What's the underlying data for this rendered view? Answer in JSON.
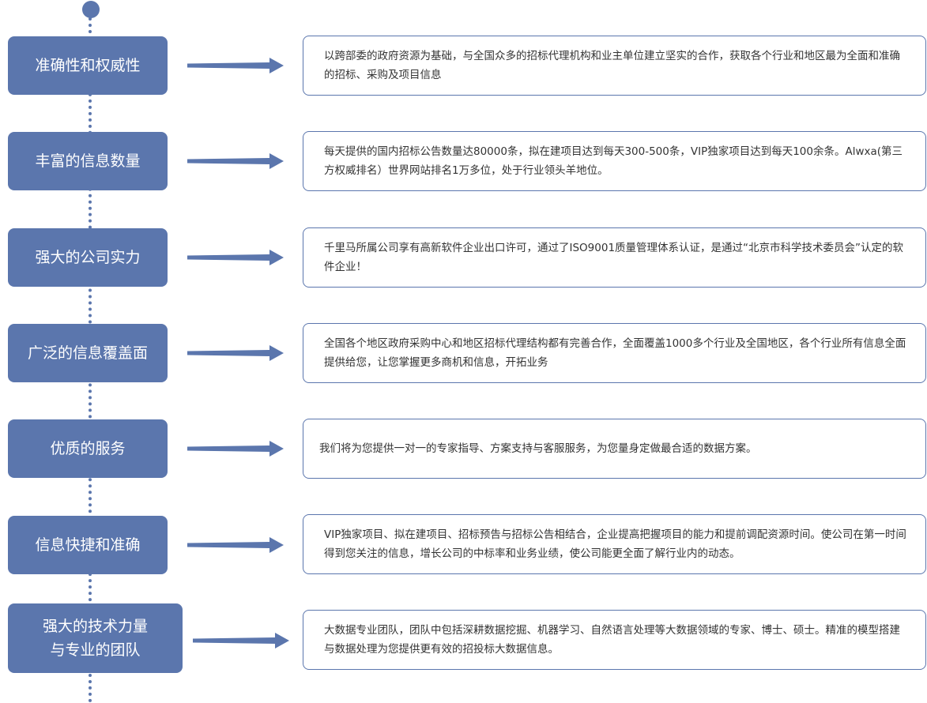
{
  "colors": {
    "accent": "#5b76ad",
    "text": "#333333",
    "background": "#ffffff"
  },
  "rows": [
    {
      "title": "准确性和权威性",
      "description": "以跨部委的政府资源为基础，与全国众多的招标代理机构和业主单位建立坚实的合作，获取各个行业和地区最为全面和准确的招标、采购及项目信息"
    },
    {
      "title": "丰富的信息数量",
      "description": "每天提供的国内招标公告数量达80000条，拟在建项目达到每天300-500条，VIP独家项目达到每天100余条。Alwxa(第三方权威排名）世界网站排名1万多位，处于行业领头羊地位。"
    },
    {
      "title": "强大的公司实力",
      "description": "千里马所属公司享有高新软件企业出口许可，通过了ISO9001质量管理体系认证，是通过“北京市科学技术委员会”认定的软件企业！"
    },
    {
      "title": "广泛的信息覆盖面",
      "description": "全国各个地区政府采购中心和地区招标代理结构都有完善合作，全面覆盖1000多个行业及全国地区，各个行业所有信息全面提供给您，让您掌握更多商机和信息，开拓业务"
    },
    {
      "title": "优质的服务",
      "description": "我们将为您提供一对一的专家指导、方案支持与客服服务，为您量身定做最合适的数据方案。"
    },
    {
      "title": "信息快捷和准确",
      "description": "VIP独家项目、拟在建项目、招标预告与招标公告相结合，企业提高把握项目的能力和提前调配资源时间。使公司在第一时间得到您关注的信息，增长公司的中标率和业务业绩，使公司能更全面了解行业内的动态。"
    },
    {
      "title": "强大的技术力量\n与专业的团队",
      "description": "大数据专业团队，团队中包括深耕数据挖掘、机器学习、自然语言处理等大数据领域的专家、博士、硕士。精准的模型搭建与数据处理为您提供更有效的招投标大数据信息。"
    }
  ]
}
